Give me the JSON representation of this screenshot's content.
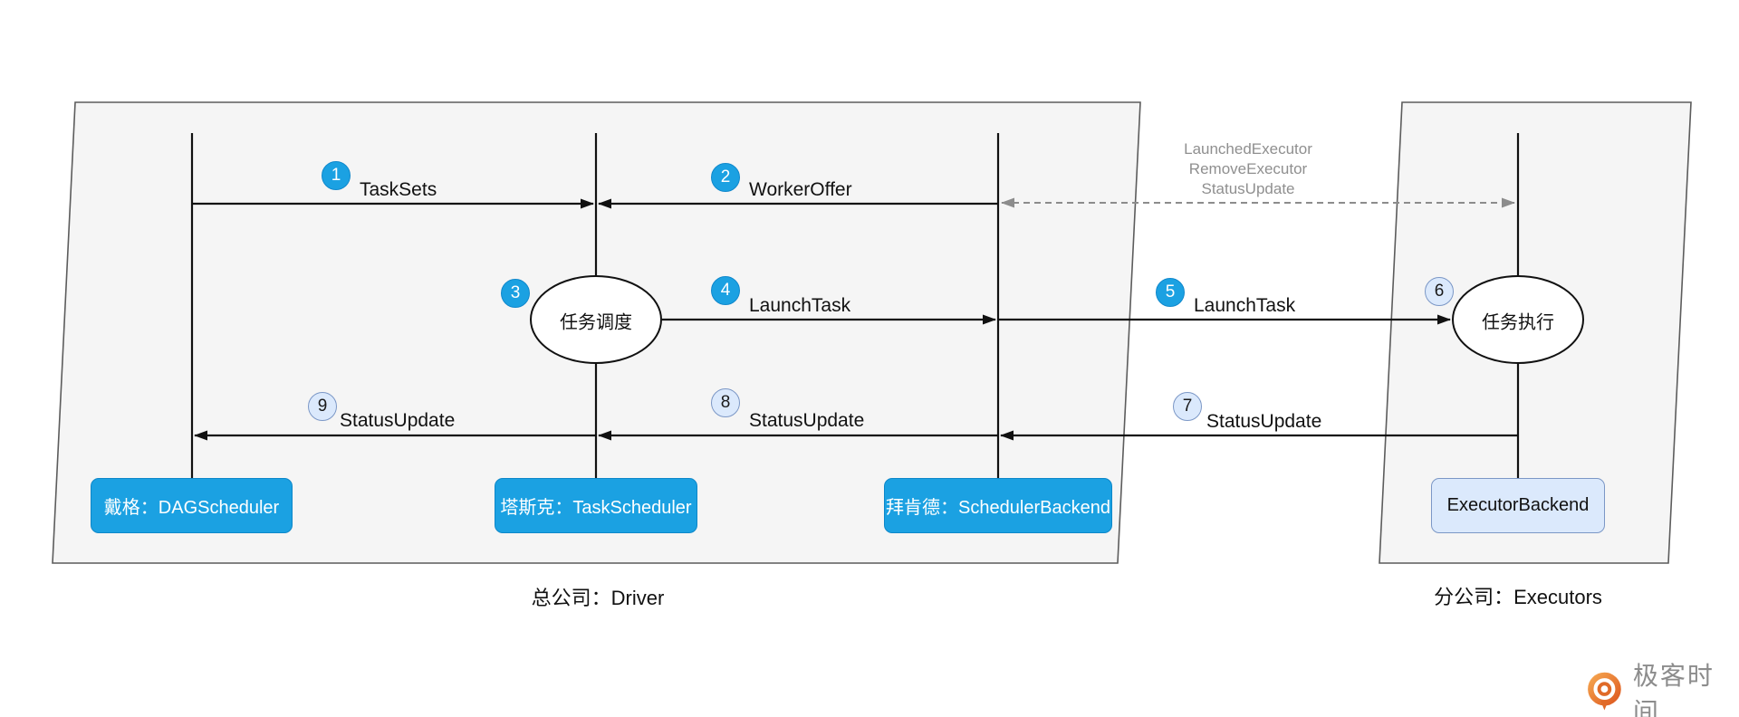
{
  "groups": {
    "driver_caption": "总公司：Driver",
    "executors_caption": "分公司：Executors"
  },
  "actors": {
    "dag": "戴格：DAGScheduler",
    "task": "塔斯克：TaskScheduler",
    "backend": "拜肯德：SchedulerBackend",
    "executor": "ExecutorBackend"
  },
  "ellipses": {
    "scheduling": "任务调度",
    "execution": "任务执行"
  },
  "messages": {
    "m1": {
      "num": "1",
      "label": "TaskSets"
    },
    "m2": {
      "num": "2",
      "label": "WorkerOffer"
    },
    "m3": {
      "num": "3",
      "label": ""
    },
    "m4": {
      "num": "4",
      "label": "LaunchTask"
    },
    "m5": {
      "num": "5",
      "label": "LaunchTask"
    },
    "m6": {
      "num": "6",
      "label": ""
    },
    "m7": {
      "num": "7",
      "label": "StatusUpdate"
    },
    "m8": {
      "num": "8",
      "label": "StatusUpdate"
    },
    "m9": {
      "num": "9",
      "label": "StatusUpdate"
    }
  },
  "dashed_note": {
    "line1": "LaunchedExecutor",
    "line2": "RemoveExecutor",
    "line3": "StatusUpdate"
  },
  "logo": {
    "text": "极客时间"
  },
  "colors": {
    "accent_blue": "#1ba1e2",
    "light_blue_fill": "#dbe9fc",
    "light_blue_stroke": "#7b97c6",
    "group_fill": "#f5f5f5",
    "group_stroke": "#5c5c5c",
    "dashed_gray": "#8c8c8c",
    "logo_orange": "#ED702D"
  }
}
